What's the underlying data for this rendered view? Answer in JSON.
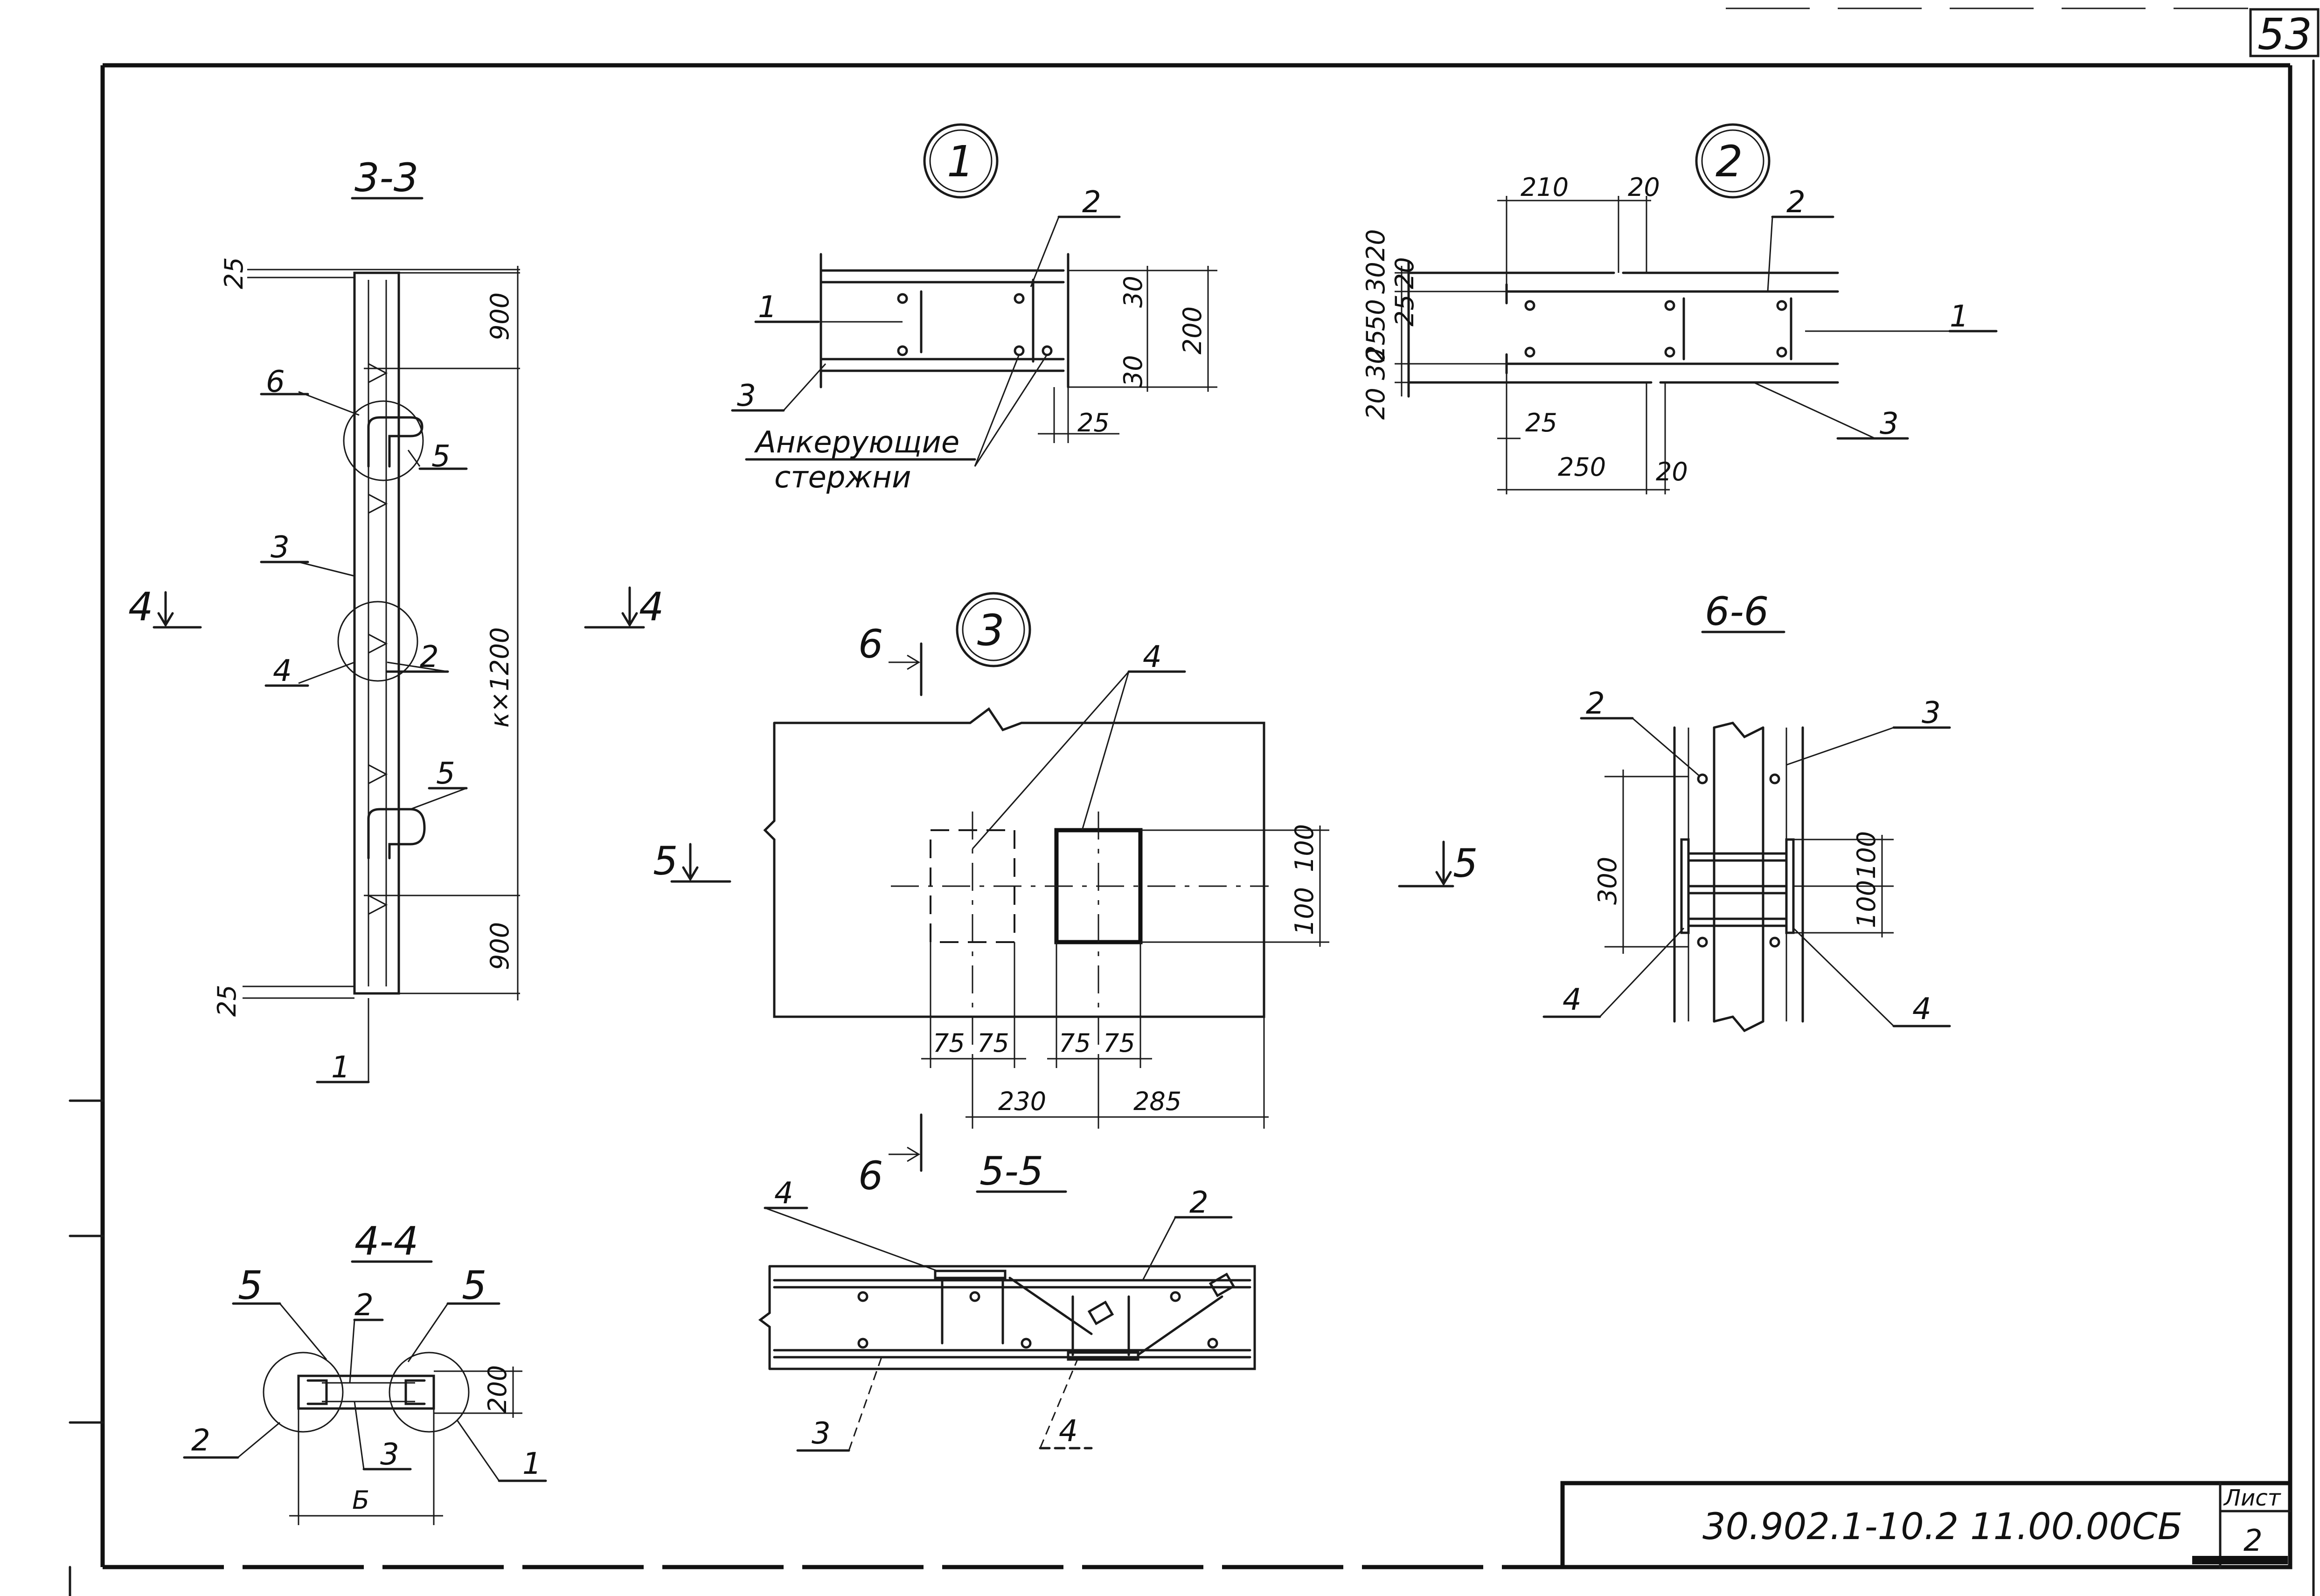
{
  "sheet": {
    "page_corner_number": "53",
    "doc_code": "30.902.1-10.2 11.00.00СБ",
    "list_label": "Лист",
    "list_number": "2"
  },
  "sec33": {
    "title": "3-3",
    "d25_top": "25",
    "d900_top": "900",
    "d_kx1200": "к×1200",
    "d900_bot": "900",
    "d25_bot": "25",
    "p6": "6",
    "p5a": "5",
    "p3": "3",
    "p4": "4",
    "p2": "2",
    "p5b": "5",
    "p1": "1",
    "cut4_left": "4",
    "cut4_right": "4"
  },
  "node1": {
    "id": "1",
    "p2": "2",
    "p1": "1",
    "p3": "3",
    "d30a": "30",
    "d200": "200",
    "d30b": "30",
    "d25": "25",
    "note_line1": "Анкерующие",
    "note_line2": "стержни"
  },
  "node2": {
    "id": "2",
    "d210": "210",
    "d20_top": "20",
    "p2": "2",
    "p1": "1",
    "p3": "3",
    "v20a": "20",
    "v30a": "30",
    "v20b": "20",
    "v50": "50",
    "v25a": "25",
    "v25b": "25",
    "v30b": "30",
    "v20c": "20",
    "d25": "25",
    "d250": "250",
    "d20_bot": "20"
  },
  "node3": {
    "id": "3",
    "p4": "4",
    "cut6_top": "6",
    "cut6_bot": "6",
    "cut5_left": "5",
    "cut5_right": "5",
    "d100a": "100",
    "d100b": "100",
    "d75a": "75",
    "d75b": "75",
    "d75c": "75",
    "d75d": "75",
    "d230": "230",
    "d285": "285"
  },
  "sec66": {
    "title": "6-6",
    "p2": "2",
    "p3": "3",
    "d300": "300",
    "d100a": "100",
    "d100b": "100",
    "p4a": "4",
    "p4b": "4"
  },
  "sec55": {
    "title": "5-5",
    "p4_top": "4",
    "p2": "2",
    "p3": "3",
    "p4_bot": "4"
  },
  "sec44": {
    "title": "4-4",
    "p5a": "5",
    "p2_top": "2",
    "p5b": "5",
    "d200": "200",
    "p2_left": "2",
    "p3": "3",
    "p1": "1",
    "dB": "Б"
  }
}
